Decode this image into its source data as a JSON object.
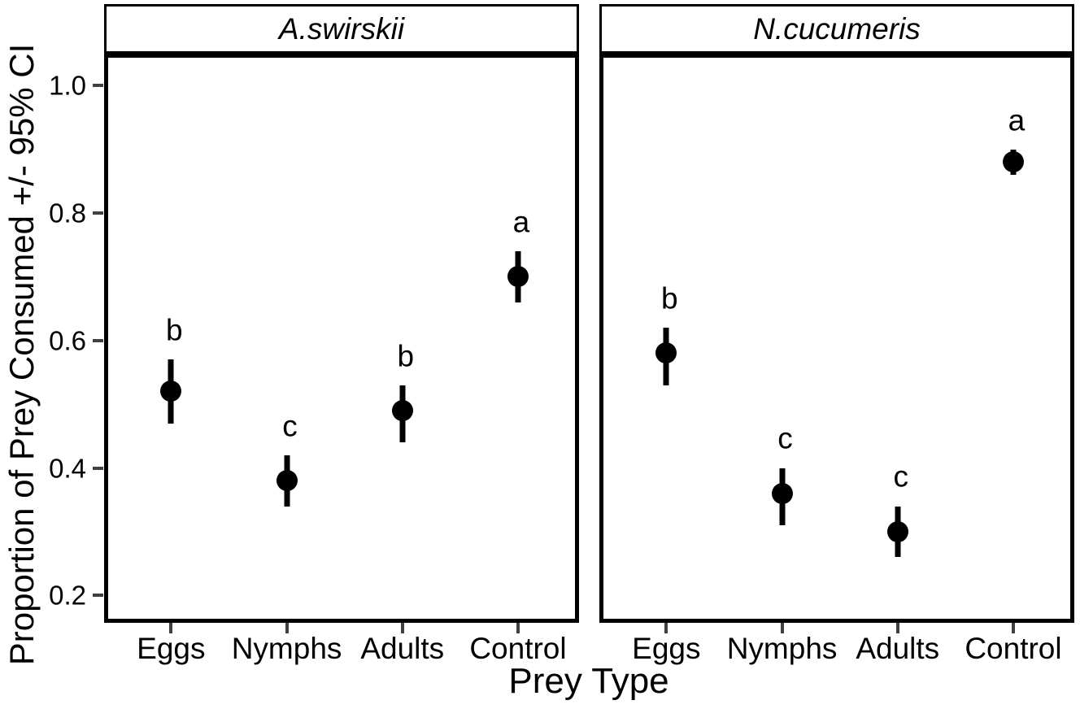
{
  "chart_data": {
    "type": "scatter",
    "subtype": "point-estimates-with-error-bars",
    "xlabel": "Prey Type",
    "ylabel": "Proportion of Prey Consumed +/- 95% CI",
    "categories": [
      "Eggs",
      "Nymphs",
      "Adults",
      "Control"
    ],
    "y_ticks": [
      "1.0",
      "0.8",
      "0.6",
      "0.4",
      "0.2"
    ],
    "y_tick_values": [
      1.0,
      0.8,
      0.6,
      0.4,
      0.2
    ],
    "ylim": [
      0.157,
      1.05
    ],
    "grid": false,
    "legend_position": "none",
    "facets": [
      {
        "label": "A.swirskii",
        "points": [
          {
            "category": "Eggs",
            "mean": 0.52,
            "ci_low": 0.47,
            "ci_high": 0.57,
            "letter": "b"
          },
          {
            "category": "Nymphs",
            "mean": 0.38,
            "ci_low": 0.34,
            "ci_high": 0.42,
            "letter": "c"
          },
          {
            "category": "Adults",
            "mean": 0.49,
            "ci_low": 0.44,
            "ci_high": 0.53,
            "letter": "b"
          },
          {
            "category": "Control",
            "mean": 0.7,
            "ci_low": 0.66,
            "ci_high": 0.74,
            "letter": "a"
          }
        ]
      },
      {
        "label": "N.cucumeris",
        "points": [
          {
            "category": "Eggs",
            "mean": 0.58,
            "ci_low": 0.53,
            "ci_high": 0.62,
            "letter": "b"
          },
          {
            "category": "Nymphs",
            "mean": 0.36,
            "ci_low": 0.31,
            "ci_high": 0.4,
            "letter": "c"
          },
          {
            "category": "Adults",
            "mean": 0.3,
            "ci_low": 0.26,
            "ci_high": 0.34,
            "letter": "c"
          },
          {
            "category": "Control",
            "mean": 0.88,
            "ci_low": 0.86,
            "ci_high": 0.9,
            "letter": "a"
          }
        ]
      }
    ],
    "colors": {
      "point": "#000000",
      "error_bar": "#000000",
      "text": "#000000",
      "panel_border": "#000000",
      "tick_mark": "#404040",
      "background": "#ffffff"
    }
  }
}
